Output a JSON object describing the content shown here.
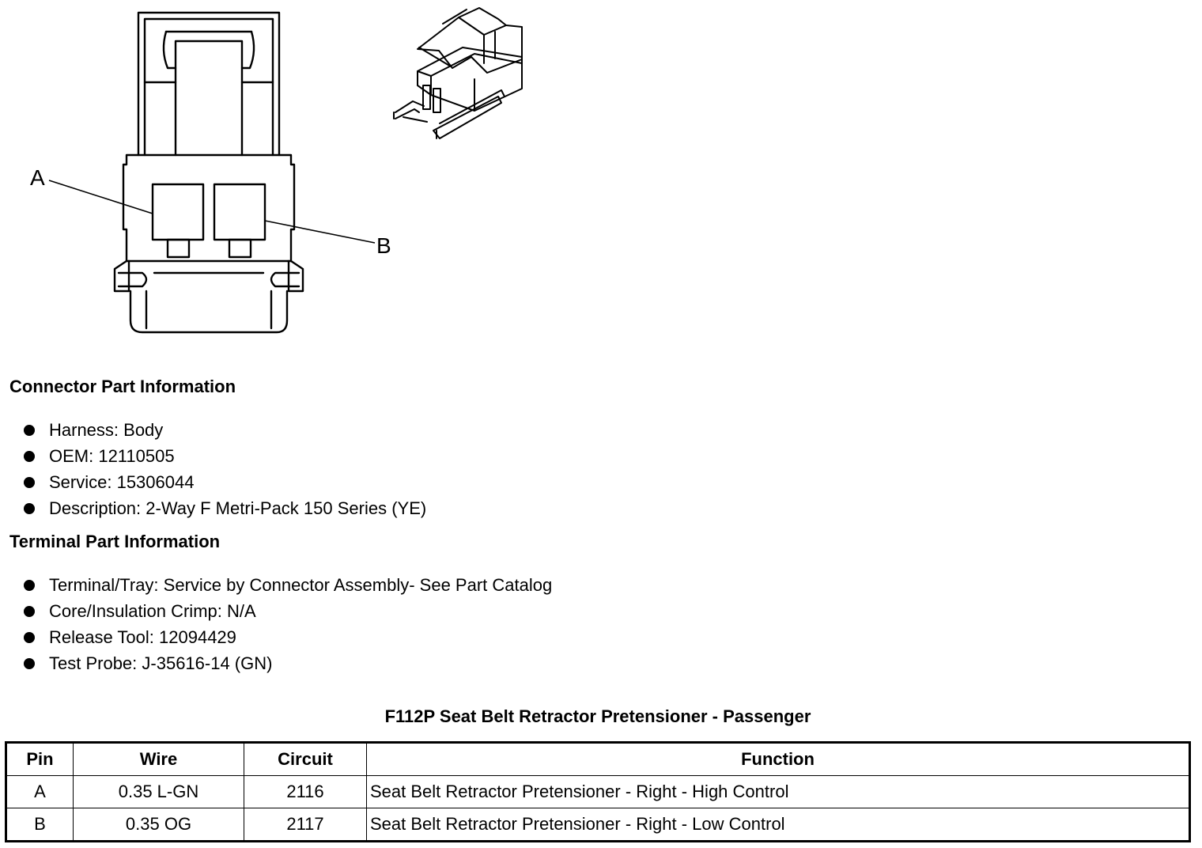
{
  "diagram": {
    "callout_a": "A",
    "callout_b": "B"
  },
  "connector_info": {
    "heading": "Connector Part Information",
    "items": [
      "Harness: Body",
      "OEM: 12110505",
      "Service: 15306044",
      "Description: 2-Way F Metri-Pack 150 Series (YE)"
    ]
  },
  "terminal_info": {
    "heading": "Terminal Part Information",
    "items": [
      "Terminal/Tray: Service by Connector Assembly- See Part Catalog",
      "Core/Insulation Crimp: N/A",
      "Release Tool: 12094429",
      "Test Probe: J-35616-14 (GN)"
    ]
  },
  "pinout": {
    "title": "F112P Seat Belt Retractor Pretensioner - Passenger",
    "columns": [
      "Pin",
      "Wire",
      "Circuit",
      "Function"
    ],
    "rows": [
      {
        "pin": "A",
        "wire": "0.35 L-GN",
        "circuit": "2116",
        "function": "Seat Belt Retractor Pretensioner - Right - High Control"
      },
      {
        "pin": "B",
        "wire": "0.35 OG",
        "circuit": "2117",
        "function": "Seat Belt Retractor Pretensioner - Right - Low Control"
      }
    ]
  }
}
